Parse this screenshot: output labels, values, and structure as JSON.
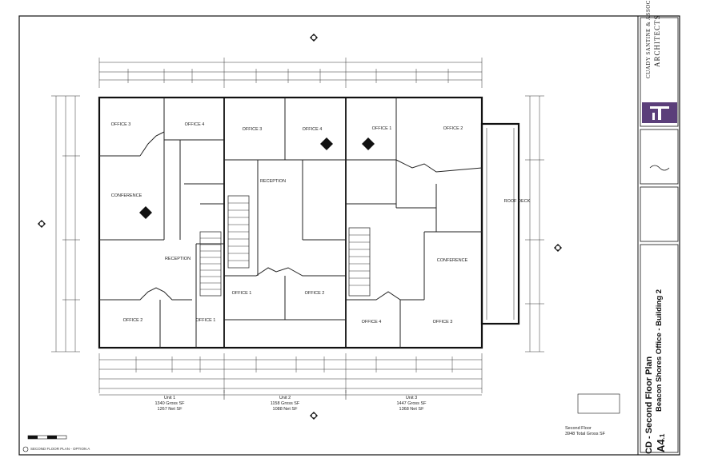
{
  "rooms": {
    "office3_u1": "OFFICE 3",
    "office4_u1": "OFFICE 4",
    "conference_u1": "CONFERENCE",
    "reception_u1": "RECEPTION",
    "office2_u1": "OFFICE 2",
    "office1_u1": "OFFICE 1",
    "office3_u2": "OFFICE 3",
    "office4_u2": "OFFICE 4",
    "reception_u2": "RECEPTION",
    "office1_u2": "OFFICE 1",
    "office2_u2": "OFFICE 2",
    "office1_u3": "OFFICE 1",
    "office2_u3": "OFFICE 2",
    "conference_u3": "CONFERENCE",
    "office4_u3": "OFFICE 4",
    "office3_u3": "OFFICE 3",
    "roof_deck": "ROOF DECK"
  },
  "units": {
    "u1": {
      "name": "Unit 1",
      "gross": "1340 Gross SF",
      "net": "1267 Net SF"
    },
    "u2": {
      "name": "Unit 2",
      "gross": "1158 Gross SF",
      "net": "1088 Net SF"
    },
    "u3": {
      "name": "Unit 3",
      "gross": "1447 Gross SF",
      "net": "1368 Net SF"
    }
  },
  "floor_total": {
    "line1": "Second Floor",
    "line2": "3948 Total Gross SF"
  },
  "drawing_caption": "SECOND FLOOR PLAN - OPTION A",
  "title_block": {
    "firm_line1": "CUADY SANTINE & ASSOCIATES",
    "firm_line2": "ARCHITECTS",
    "sheet_title": "CD - Second Floor Plan",
    "project": "Beacon Shores Office - Building 2",
    "sheet_number": "A4",
    "sheet_sub": ".1"
  },
  "colors": {
    "line": "#1a1a1a",
    "logo_purple": "#5b3f7a"
  }
}
